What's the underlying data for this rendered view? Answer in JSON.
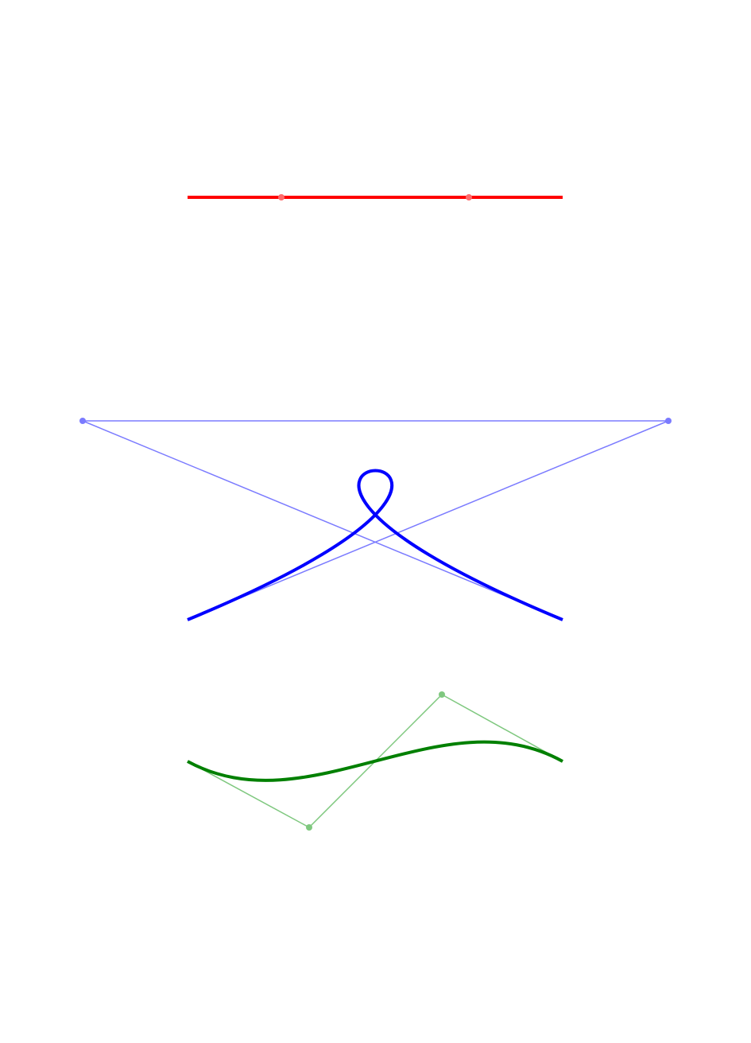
{
  "colors": {
    "background": "#ffffff",
    "curve_red": "#ff0000",
    "curve_blue": "#0000ff",
    "curve_green": "#008000",
    "control_red": "#ff6b6b",
    "control_blue": "#7b7bff",
    "control_green": "#7fc87f"
  },
  "curves": [
    {
      "id": "red",
      "kind": "cubic-bezier",
      "description_icon": "straight-line"
    },
    {
      "id": "blue",
      "kind": "cubic-bezier",
      "description_icon": "loop-curve"
    },
    {
      "id": "green",
      "kind": "cubic-bezier",
      "description_icon": "s-curve"
    }
  ]
}
